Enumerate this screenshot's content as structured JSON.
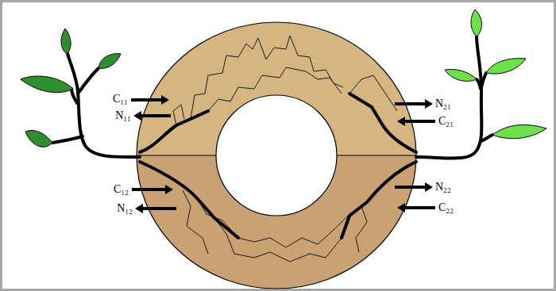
{
  "diagram": {
    "labels": [
      "C₁₁",
      "N₁₁",
      "N₂₁",
      "C₂₁",
      "C₁₂",
      "N₁₂",
      "N₂₂",
      "C₂₂"
    ]
  }
}
